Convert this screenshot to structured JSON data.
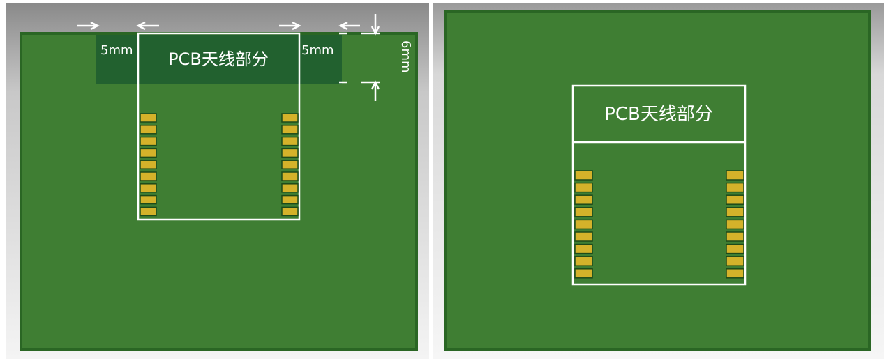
{
  "left_panel": {
    "module_label": "PCB天线部分",
    "dim_left": "5mm",
    "dim_right": "5mm",
    "dim_vertical": "6mm",
    "pads_per_side": 9
  },
  "right_panel": {
    "module_label": "PCB天线部分",
    "pads_per_side": 9
  },
  "colors": {
    "board": "#3f7e33",
    "board_border": "#2a6624",
    "keepout": "#22612f",
    "pad": "#d4b22a",
    "outline": "#ffffff"
  }
}
